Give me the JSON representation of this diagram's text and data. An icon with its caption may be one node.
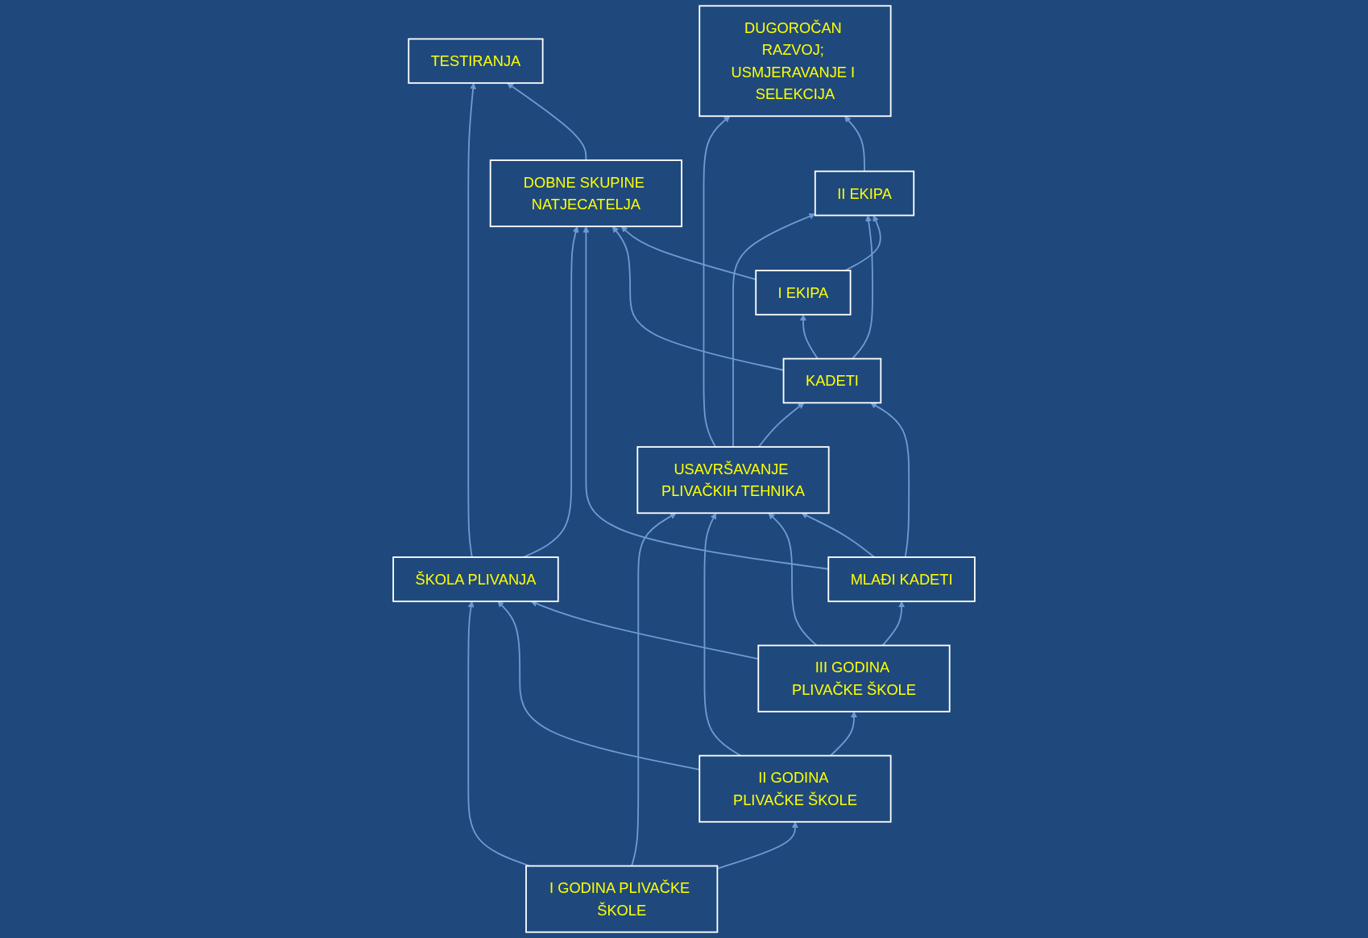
{
  "diagram": {
    "nodes": [
      {
        "text": [
          "TESTIRANJA"
        ]
      },
      {
        "text": [
          "DOBNE SKUPINE NATJECATELJA"
        ]
      },
      {
        "text": [
          "I EKIPA"
        ]
      },
      {
        "text": [
          "II EKIPA"
        ]
      },
      {
        "text": [
          "DUGOROČAN RAZVOJ; USMJERAVANJE I SELEKCIJA"
        ]
      },
      {
        "text": [
          "KADETI"
        ]
      },
      {
        "text": [
          "MLAĐI KADETI"
        ]
      },
      {
        "text": [
          "USAVRŠAVANJE PLIVAČKIH TEHNIKA"
        ]
      },
      {
        "text": [
          "ŠKOLA PLIVANJA"
        ]
      },
      {
        "text": [
          "III GODINA PLIVAČKE ŠKOLE"
        ]
      },
      {
        "text": [
          "II GODINA PLIVAČKE ŠKOLE"
        ]
      },
      {
        "text": [
          "I GODINA PLIVAČKE ŠKOLE"
        ]
      }
    ],
    "edges": [
      {
        "from": 2,
        "to": 1,
        "arrow": "to"
      },
      {
        "from": 2,
        "to": 3,
        "arrow": "to"
      },
      {
        "from": 5,
        "to": 2,
        "arrow": "to"
      },
      {
        "from": 5,
        "to": 1,
        "arrow": "to"
      },
      {
        "from": 5,
        "to": 3,
        "arrow": "to"
      },
      {
        "from": 6,
        "to": 5,
        "arrow": "to"
      },
      {
        "from": 6,
        "to": 1,
        "arrow": "to"
      },
      {
        "from": 6,
        "to": 7,
        "arrow": "to"
      },
      {
        "from": 7,
        "to": 5,
        "arrow": "to"
      },
      {
        "from": 7,
        "to": 3,
        "arrow": "to"
      },
      {
        "from": 1,
        "to": 0,
        "arrow": "to"
      },
      {
        "from": 8,
        "to": 1,
        "arrow": "to"
      },
      {
        "from": 8,
        "to": 0,
        "arrow": "to"
      },
      {
        "from": 9,
        "to": 6,
        "arrow": "to"
      },
      {
        "from": 9,
        "to": 8,
        "arrow": "to"
      },
      {
        "from": 9,
        "to": 7,
        "arrow": "to"
      },
      {
        "from": 10,
        "to": 9,
        "arrow": "to"
      },
      {
        "from": 10,
        "to": 8,
        "arrow": "to"
      },
      {
        "from": 10,
        "to": 7,
        "arrow": "to"
      },
      {
        "from": 11,
        "to": 10,
        "arrow": "to"
      },
      {
        "from": 11,
        "to": 8,
        "arrow": "to"
      },
      {
        "from": 11,
        "to": 7,
        "arrow": "to"
      },
      {
        "from": 3,
        "to": 4,
        "arrow": "to"
      },
      {
        "from": 7,
        "to": 4,
        "arrow": "to"
      }
    ]
  }
}
